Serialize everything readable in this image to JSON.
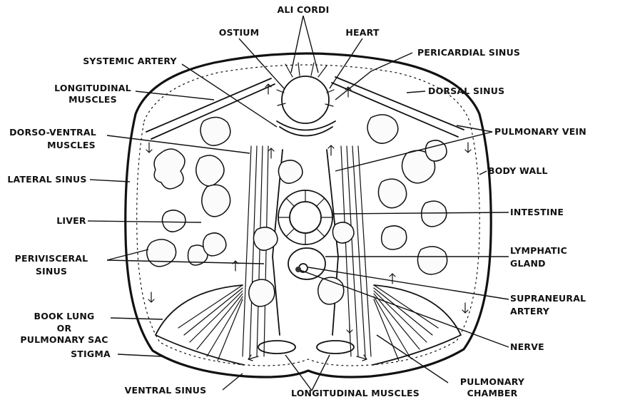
{
  "labels": {
    "ali_cordi": "ALI CORDI",
    "ostium": "OSTIUM",
    "heart": "HEART",
    "systemic_artery": "SYSTEMIC ARTERY",
    "pericardial_sinus": "PERICARDIAL SINUS",
    "longitudinal_muscles_1": "LONGITUDINAL",
    "longitudinal_muscles_2": "MUSCLES",
    "dorsal_sinus": "DORSAL SINUS",
    "dorso_ventral_1": "DORSO-VENTRAL",
    "dorso_ventral_2": "MUSCLES",
    "pulmonary_vein": "PULMONARY VEIN",
    "lateral_sinus": "LATERAL SINUS",
    "body_wall": "BODY WALL",
    "liver": "LIVER",
    "intestine": "INTESTINE",
    "perivisceral_1": "PERIVISCERAL",
    "perivisceral_2": "SINUS",
    "lymphatic_1": "LYMPHATIC",
    "lymphatic_2": "GLAND",
    "book_lung_1": "BOOK LUNG",
    "book_lung_2": "OR",
    "book_lung_3": "PULMONARY SAC",
    "supraneural_1": "SUPRANEURAL",
    "supraneural_2": "ARTERY",
    "stigma": "STIGMA",
    "nerve": "NERVE",
    "pulmonary_chamber_1": "PULMONARY",
    "pulmonary_chamber_2": "CHAMBER",
    "ventral_sinus": "VENTRAL SINUS",
    "longitudinal_muscles_bottom": "LONGITUDINAL MUSCLES"
  }
}
